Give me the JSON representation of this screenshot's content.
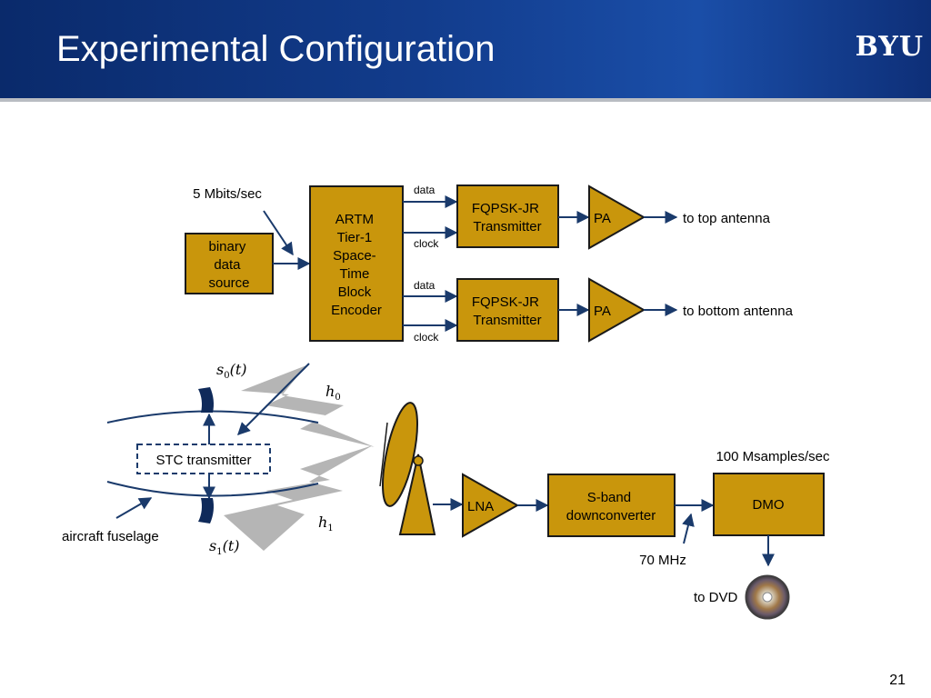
{
  "slide": {
    "title": "Experimental Configuration",
    "logo": "BYU",
    "number": "21"
  },
  "diagram": {
    "rate_label": "5 Mbits/sec",
    "source_lines": [
      "binary",
      "data",
      "source"
    ],
    "encoder_lines": [
      "ARTM",
      "Tier-1",
      "Space-",
      "Time",
      "Block",
      "Encoder"
    ],
    "data_label": "data",
    "clock_label": "clock",
    "transmitter_lines": [
      "FQPSK-JR",
      "Transmitter"
    ],
    "pa_label": "PA",
    "top_antenna": "to top antenna",
    "bottom_antenna": "to bottom antenna",
    "stc_label": "STC transmitter",
    "fuselage_label": "aircraft fuselage",
    "signal_s0": "s",
    "signal_s0_sub": "0",
    "signal_s1": "s",
    "signal_s1_sub": "1",
    "signal_arg": "(t)",
    "channel_h0": "h",
    "channel_h0_sub": "0",
    "channel_h1": "h",
    "channel_h1_sub": "1",
    "lna_label": "LNA",
    "downconverter_lines": [
      "S-band",
      "downconverter"
    ],
    "dmo_label": "DMO",
    "sample_rate": "100 Msamples/sec",
    "if_freq": "70 MHz",
    "dvd_label": "to DVD"
  },
  "colors": {
    "block_fill": "#c9960c",
    "header_blue": "#123c8c",
    "arrow_navy": "#1a3a6b",
    "lightning_gray": "#b5b5b5"
  }
}
